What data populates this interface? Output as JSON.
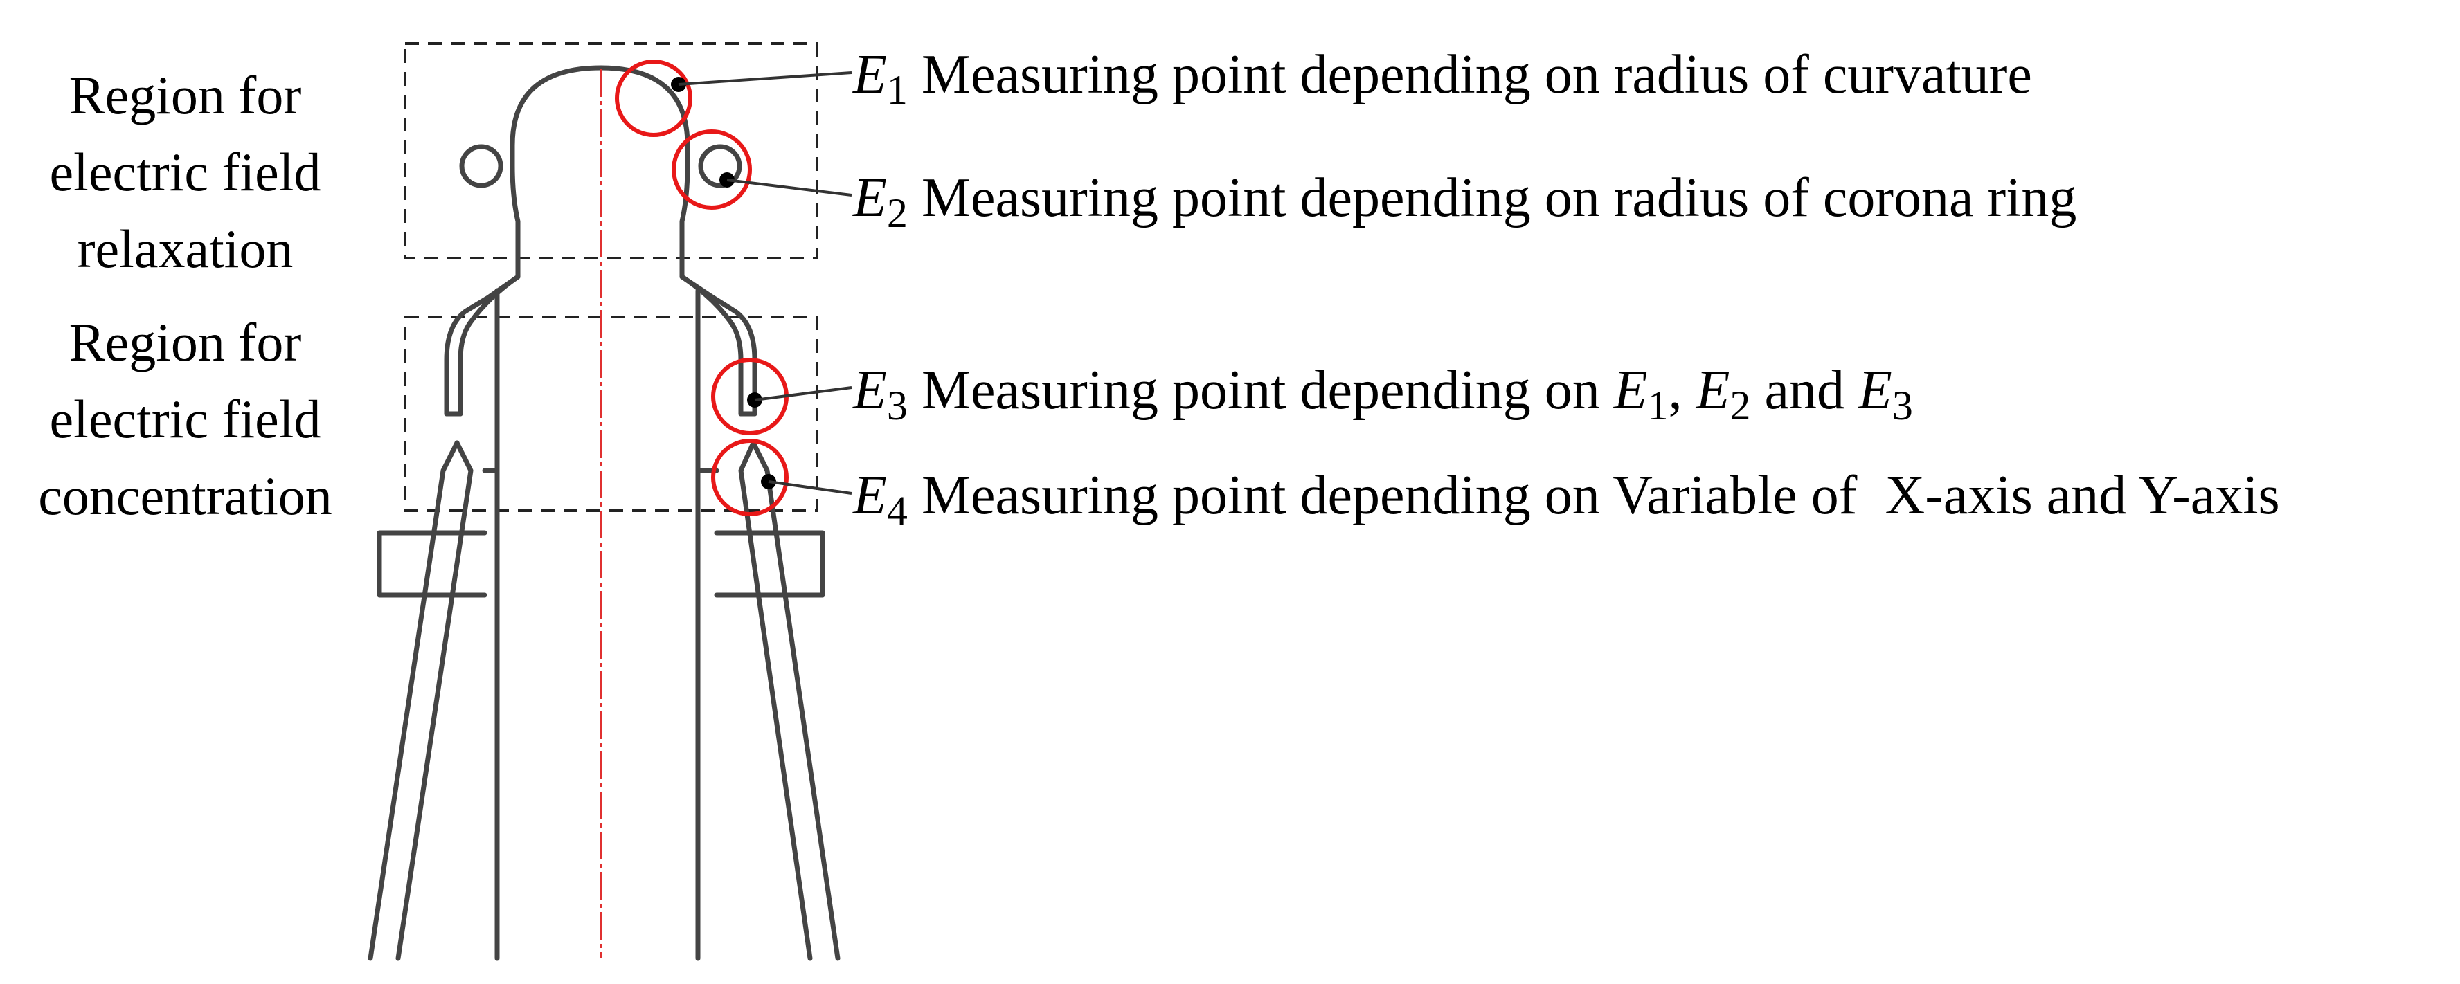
{
  "regions": [
    {
      "lines": [
        "Region for",
        "electric field",
        "relaxation"
      ]
    },
    {
      "lines": [
        "Region for",
        "electric field",
        "concentration"
      ]
    }
  ],
  "callouts": [
    {
      "symbol": {
        "base": "E",
        "sub": "1"
      },
      "text": "Measuring point depending on radius of curvature"
    },
    {
      "symbol": {
        "base": "E",
        "sub": "2"
      },
      "text": "Measuring point depending on radius of corona ring"
    },
    {
      "symbol": {
        "base": "E",
        "sub": "3"
      },
      "text": "Measuring point depending on",
      "refs": [
        {
          "base": "E",
          "sub": "1"
        },
        {
          "base": "E",
          "sub": "2"
        },
        {
          "base": "E",
          "sub": "3"
        }
      ],
      "sep": ",",
      "conj": "and"
    },
    {
      "symbol": {
        "base": "E",
        "sub": "4"
      },
      "text": "Measuring point depending on Variable of  X-axis and Y-axis"
    }
  ],
  "colors": {
    "outline": "#444444",
    "axis": "#e03030",
    "marker": "#e81818",
    "leader": "#333333",
    "box": "#222222"
  }
}
